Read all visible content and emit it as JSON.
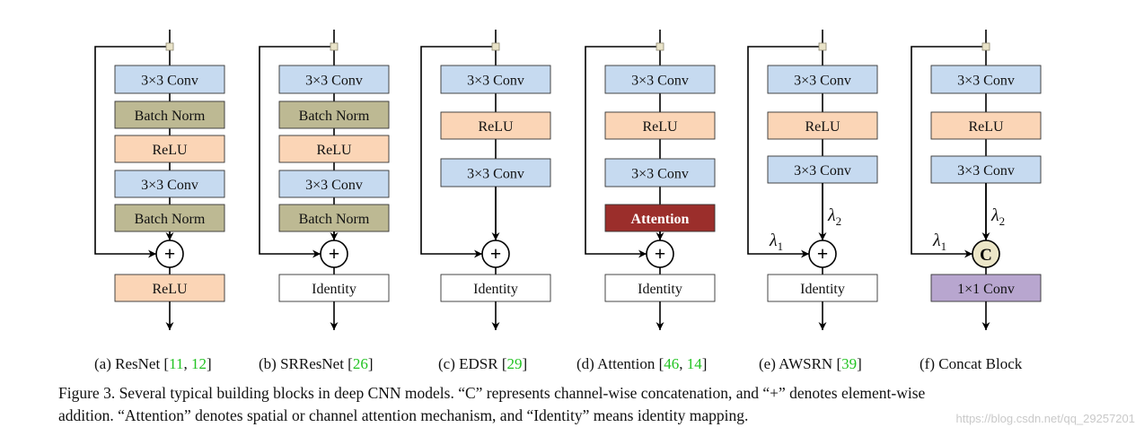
{
  "blocks": [
    {
      "id": "a",
      "items": [
        {
          "type": "conv",
          "label": "3×3 Conv"
        },
        {
          "type": "bn",
          "label": "Batch Norm"
        },
        {
          "type": "relu",
          "label": "ReLU"
        },
        {
          "type": "conv",
          "label": "3×3 Conv"
        },
        {
          "type": "bn",
          "label": "Batch Norm"
        }
      ],
      "merge": "+",
      "out": {
        "type": "relu",
        "label": "ReLU"
      },
      "lambda": false
    },
    {
      "id": "b",
      "items": [
        {
          "type": "conv",
          "label": "3×3 Conv"
        },
        {
          "type": "bn",
          "label": "Batch Norm"
        },
        {
          "type": "relu",
          "label": "ReLU"
        },
        {
          "type": "conv",
          "label": "3×3 Conv"
        },
        {
          "type": "bn",
          "label": "Batch Norm"
        }
      ],
      "merge": "+",
      "out": {
        "type": "identity",
        "label": "Identity"
      },
      "lambda": false
    },
    {
      "id": "c",
      "items": [
        {
          "type": "conv",
          "label": "3×3 Conv"
        },
        {
          "type": "relu",
          "label": "ReLU"
        },
        {
          "type": "conv",
          "label": "3×3 Conv"
        }
      ],
      "merge": "+",
      "out": {
        "type": "identity",
        "label": "Identity"
      },
      "lambda": false
    },
    {
      "id": "d",
      "items": [
        {
          "type": "conv",
          "label": "3×3 Conv"
        },
        {
          "type": "relu",
          "label": "ReLU"
        },
        {
          "type": "conv",
          "label": "3×3 Conv"
        },
        {
          "type": "attention",
          "label": "Attention"
        }
      ],
      "merge": "+",
      "out": {
        "type": "identity",
        "label": "Identity"
      },
      "lambda": false
    },
    {
      "id": "e",
      "items": [
        {
          "type": "conv",
          "label": "3×3 Conv"
        },
        {
          "type": "relu",
          "label": "ReLU"
        },
        {
          "type": "conv",
          "label": "3×3 Conv"
        }
      ],
      "merge": "+",
      "out": {
        "type": "identity",
        "label": "Identity"
      },
      "lambda": true
    },
    {
      "id": "f",
      "items": [
        {
          "type": "conv",
          "label": "3×3 Conv"
        },
        {
          "type": "relu",
          "label": "ReLU"
        },
        {
          "type": "conv",
          "label": "3×3 Conv"
        }
      ],
      "merge": "C",
      "out": {
        "type": "concat",
        "label": "1×1 Conv"
      },
      "lambda": true
    }
  ],
  "lambda_labels": {
    "l1_sym": "λ",
    "l1_sub": "1",
    "l2_sym": "λ",
    "l2_sub": "2"
  },
  "subcaptions": [
    {
      "tag": "(a)",
      "name": "ResNet",
      "open": " [",
      "refs": [
        "11",
        "12"
      ],
      "close": "]"
    },
    {
      "tag": "(b)",
      "name": "SRResNet",
      "open": " [",
      "refs": [
        "26"
      ],
      "close": "]"
    },
    {
      "tag": "(c)",
      "name": "EDSR",
      "open": " [",
      "refs": [
        "29"
      ],
      "close": "]"
    },
    {
      "tag": "(d)",
      "name": "Attention",
      "open": " [",
      "refs": [
        "46",
        "14"
      ],
      "close": "]"
    },
    {
      "tag": "(e)",
      "name": "AWSRN",
      "open": " [",
      "refs": [
        "39"
      ],
      "close": "]"
    },
    {
      "tag": "(f)",
      "name": "Concat Block",
      "open": "",
      "refs": [],
      "close": ""
    }
  ],
  "caption": {
    "line1": "Figure 3. Several typical building blocks in deep CNN models. “C” represents channel-wise concatenation, and “+” denotes element-wise",
    "line2": "addition. “Attention” denotes spatial or channel attention mechanism, and “Identity” means identity mapping."
  },
  "watermark": "https://blog.csdn.net/qq_29257201",
  "colors": {
    "conv": "#c6daf0",
    "bn": "#bdb993",
    "relu": "#fbd5b6",
    "identity": "#ffffff",
    "attention": "#9b2e2b",
    "concat": "#b8a6cf",
    "concat_node": "#ece6c8",
    "branch_dot": "#e9e3c8",
    "ref": "#22c322"
  }
}
